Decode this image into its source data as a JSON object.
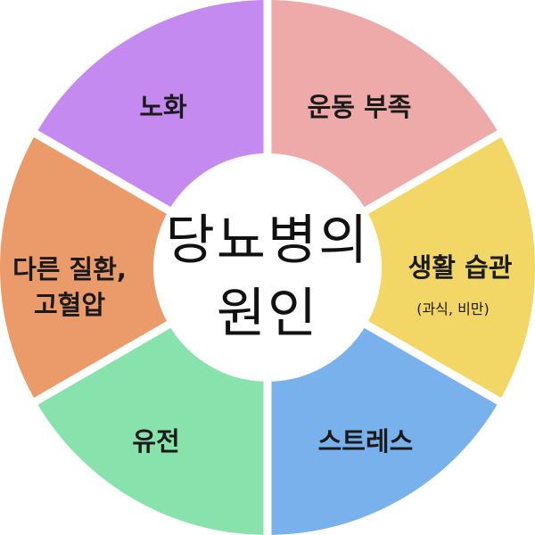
{
  "center": {
    "line1": "당뇨병의",
    "line2": "원인"
  },
  "segments": [
    {
      "id": "aging",
      "label": "노화",
      "sub": "",
      "color": "#c58af0"
    },
    {
      "id": "exercise",
      "label": "운동 부족",
      "sub": "",
      "color": "#eeaaa9"
    },
    {
      "id": "lifestyle",
      "label": "생활 습관",
      "sub": "(과식, 비만)",
      "color": "#f3d766"
    },
    {
      "id": "stress",
      "label": "스트레스",
      "sub": "",
      "color": "#79b1ec"
    },
    {
      "id": "genetics",
      "label": "유전",
      "sub": "",
      "color": "#88e2ab"
    },
    {
      "id": "disease",
      "label": "다른 질환,",
      "sub": "고혈압",
      "color": "#eb9a6a"
    }
  ]
}
